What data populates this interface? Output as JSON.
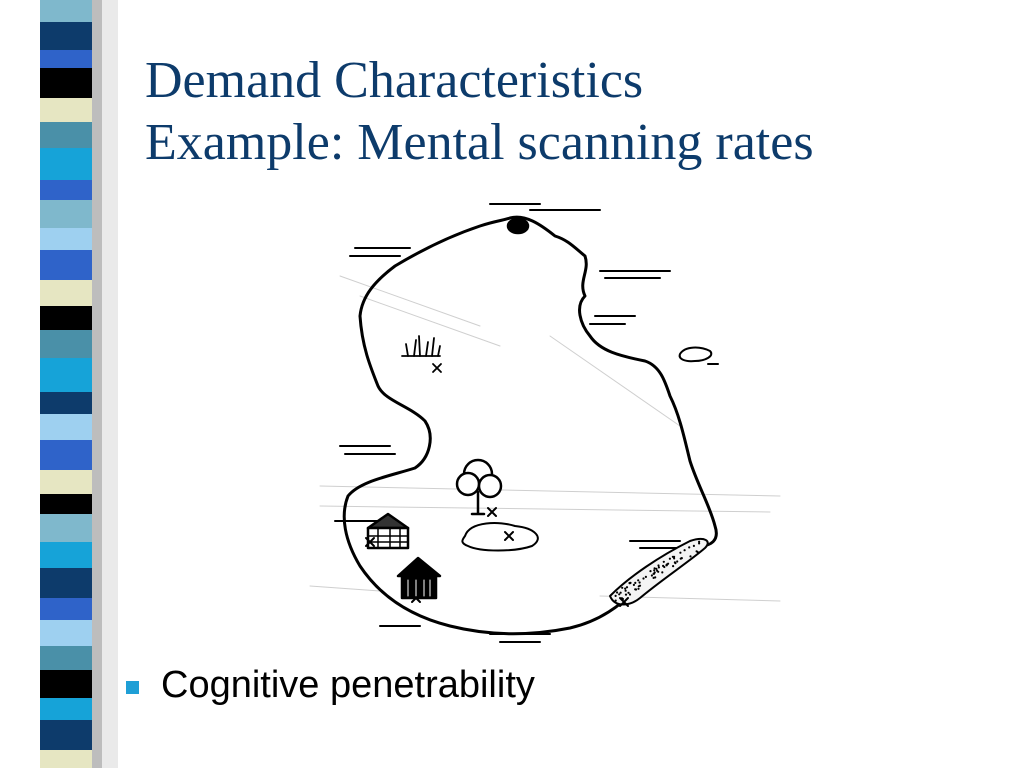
{
  "slide": {
    "title_line1": "Demand Characteristics",
    "title_line2": "Example: Mental scanning rates"
  },
  "bullets": [
    {
      "text": "Cognitive penetrability"
    }
  ],
  "figure": {
    "icons": [
      "hut-icon",
      "well-icon",
      "tree-icon",
      "grass-icon",
      "rock-icon",
      "pond-icon",
      "beach-icon"
    ]
  },
  "colors": {
    "title": "#0d3b6b",
    "bullet": "#1f9fd6",
    "stripe_palette": [
      "#7fb8cc",
      "#0d3b6b",
      "#2f63c9",
      "#000000",
      "#e6e6c2",
      "#4a90a8",
      "#16a3d8",
      "#9ed0f0"
    ]
  }
}
